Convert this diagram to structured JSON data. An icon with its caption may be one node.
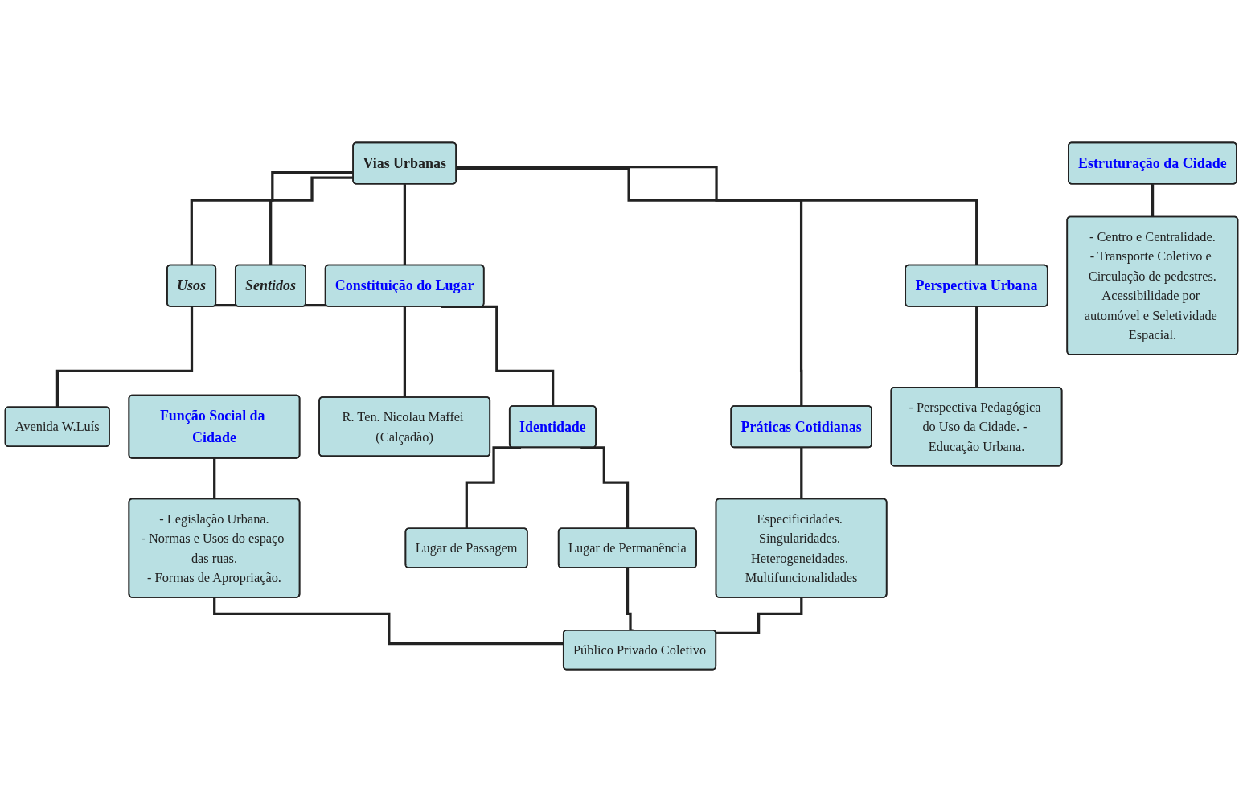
{
  "diagram": {
    "nodes": [
      {
        "text": [
          "Vias Urbanas"
        ]
      },
      {
        "text": [
          "Usos"
        ]
      },
      {
        "text": [
          "Sentidos"
        ]
      },
      {
        "text": [
          "Constituição do Lugar"
        ]
      },
      {
        "text": [
          "Práticas Cotidianas"
        ]
      },
      {
        "text": [
          "Função Social da Cidade"
        ]
      },
      {
        "text": [
          "Estruturação da Cidade"
        ]
      },
      {
        "text": [
          "Perspectiva Urbana"
        ]
      },
      {
        "text": [
          "Avenida W.Luís"
        ]
      },
      {
        "text": [
          "R. Ten. Nicolau Maffei (Calçadão)"
        ]
      },
      {
        "text": [
          "Identidade"
        ]
      },
      {
        "text": [
          "Lugar de Passagem"
        ]
      },
      {
        "text": [
          "Lugar de Permanência"
        ]
      },
      {
        "text": [
          "Especificidades. Singularidades. Heterogeneidades. Multifuncionalidades"
        ]
      },
      {
        "text": [
          "- Legislação Urbana.",
          "- Normas e Usos do espaço das ruas.",
          "- Formas de Apropriação."
        ]
      },
      {
        "text": [
          "- Centro e Centralidade.",
          "- Transporte Coletivo e Circulação de pedestres.",
          "Acessibilidade por automóvel e Seletividade Espacial."
        ]
      },
      {
        "text": [
          "- Perspectiva Pedagógica do Uso da Cidade. - Educação Urbana."
        ]
      },
      {
        "text": [
          "Público Privado Coletivo"
        ]
      }
    ],
    "edges": [
      {
        "from": 0,
        "to": 1,
        "arrow": "none"
      },
      {
        "from": 0,
        "to": 2,
        "arrow": "none"
      },
      {
        "from": 0,
        "to": 3,
        "arrow": "none"
      },
      {
        "from": 0,
        "to": 4,
        "arrow": "none"
      },
      {
        "from": 0,
        "to": 7,
        "arrow": "none"
      },
      {
        "from": 3,
        "to": 8,
        "arrow": "none"
      },
      {
        "from": 3,
        "to": 9,
        "arrow": "none"
      },
      {
        "from": 3,
        "to": 10,
        "arrow": "none"
      },
      {
        "from": 10,
        "to": 11,
        "arrow": "none"
      },
      {
        "from": 10,
        "to": 12,
        "arrow": "none"
      },
      {
        "from": 4,
        "to": 13,
        "arrow": "none"
      },
      {
        "from": 5,
        "to": 14,
        "arrow": "none"
      },
      {
        "from": 6,
        "to": 15,
        "arrow": "none"
      },
      {
        "from": 7,
        "to": 16,
        "arrow": "none"
      },
      {
        "from": 13,
        "to": 17,
        "arrow": "none"
      },
      {
        "from": 12,
        "to": 17,
        "arrow": "none"
      },
      {
        "from": 14,
        "to": 17,
        "arrow": "none"
      }
    ]
  }
}
